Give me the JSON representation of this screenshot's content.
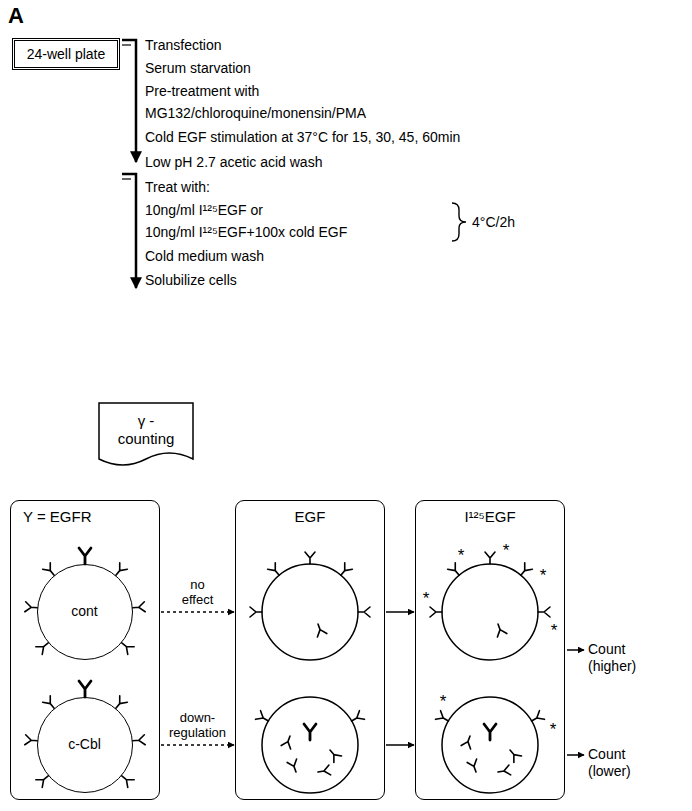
{
  "diagram": {
    "nodes": [
      {
        "text": [
          "24-well plate"
        ]
      },
      {
        "text": [
          "γ - counting"
        ]
      },
      {
        "text": [
          "Y = EGFR"
        ]
      },
      {
        "text": [
          "cont"
        ],
        "in": 2
      },
      {
        "text": [
          "c-Cbl"
        ],
        "in": 2
      },
      {
        "text": [
          "EGF"
        ]
      },
      {
        "text": [
          "I¹²⁵EGF"
        ]
      }
    ],
    "edges": [
      {
        "from": 2,
        "to": 5,
        "arrow": "to",
        "label": "no effect"
      },
      {
        "from": 2,
        "to": 5,
        "arrow": "to",
        "label": "down- regulation"
      },
      {
        "from": 5,
        "to": 6,
        "arrow": "to"
      },
      {
        "from": 5,
        "to": 6,
        "arrow": "to"
      }
    ],
    "labels": [
      "A",
      "Transfection",
      "Serum starvation",
      "Pre-treatment with",
      "MG132/chloroquine/monensin/PMA",
      "Cold EGF stimulation at 37°C for 15, 30, 45, 60min",
      "Low pH 2.7 acetic acid wash",
      "Treat with:",
      "10ng/ml I¹²⁵EGF or",
      "10ng/ml I¹²⁵EGF+100x cold EGF",
      "4°C/2h",
      "Cold medium wash",
      "Solubilize cells",
      "*",
      "*",
      "*",
      "*",
      "*",
      "*",
      "*",
      "Count (higher)",
      "Count (lower)"
    ]
  }
}
